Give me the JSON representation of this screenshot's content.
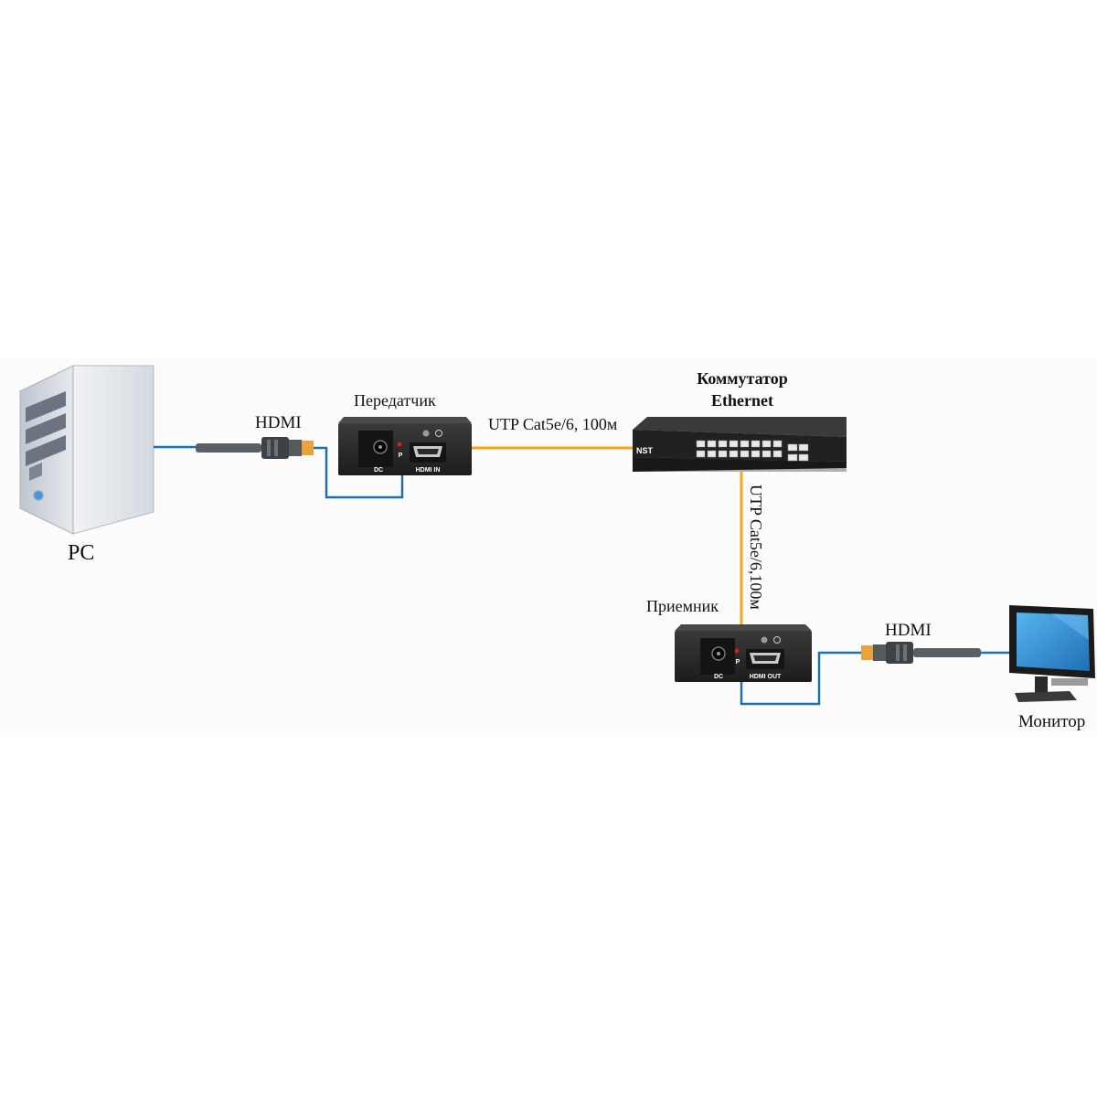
{
  "labels": {
    "pc": "PC",
    "hdmi_left": "HDMI",
    "transmitter": "Передатчик",
    "uplink_cable": "UTP Cat5e/6, 100м",
    "switch_line1": "Коммутатор",
    "switch_line2": "Ethernet",
    "downlink_cable": "UTP Cat5e/6,100м",
    "receiver": "Приемник",
    "hdmi_right": "HDMI",
    "monitor": "Монитор"
  },
  "transmitter_ports": {
    "dc": "DC",
    "power": "P",
    "hdmi": "HDMI IN"
  },
  "receiver_ports": {
    "dc": "DC",
    "power": "P",
    "hdmi": "HDMI OUT"
  },
  "switch_brand": "NST",
  "colors": {
    "utp_cable": "#f5a623",
    "hdmi_wire": "#1e6fb0",
    "hdmi_cable": "#555a5e",
    "hdmi_plug": "#e8a33a",
    "device_body": "#2b2b2b",
    "pc_case": "#d9dde2",
    "monitor_screen": "#2f8fd6"
  }
}
